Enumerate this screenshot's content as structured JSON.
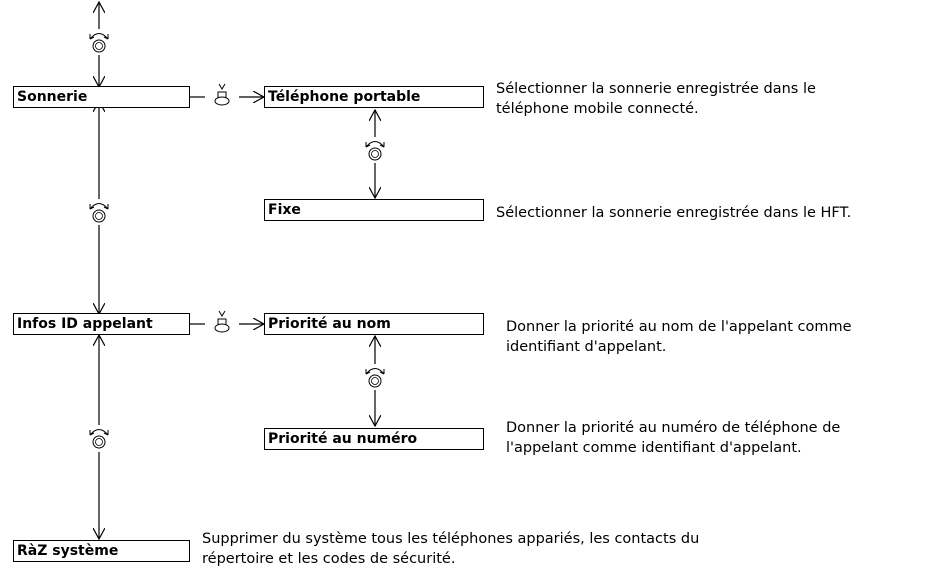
{
  "menu": {
    "sonnerie": "Sonnerie",
    "infos_id": "Infos ID appelant",
    "raz": "RàZ système"
  },
  "options": {
    "portable": "Téléphone portable",
    "fixe": "Fixe",
    "priorite_nom": "Priorité au nom",
    "priorite_numero": "Priorité au numéro"
  },
  "descriptions": {
    "portable_line1": "Sélectionner la sonnerie enregistrée dans le",
    "portable_line2": "téléphone mobile connecté.",
    "fixe": "Sélectionner la sonnerie enregistrée dans le HFT.",
    "nom_line1": "Donner la priorité au nom de l'appelant comme",
    "nom_line2": "identifiant d'appelant.",
    "numero_line1": "Donner la priorité au numéro de téléphone de",
    "numero_line2": "l'appelant comme identifiant d'appelant.",
    "raz_line1": "Supprimer du système tous les téléphones appariés, les contacts du",
    "raz_line2": "répertoire et les codes de sécurité."
  },
  "icons": {
    "rotate": "rotate-knob-icon",
    "press": "press-knob-icon"
  }
}
